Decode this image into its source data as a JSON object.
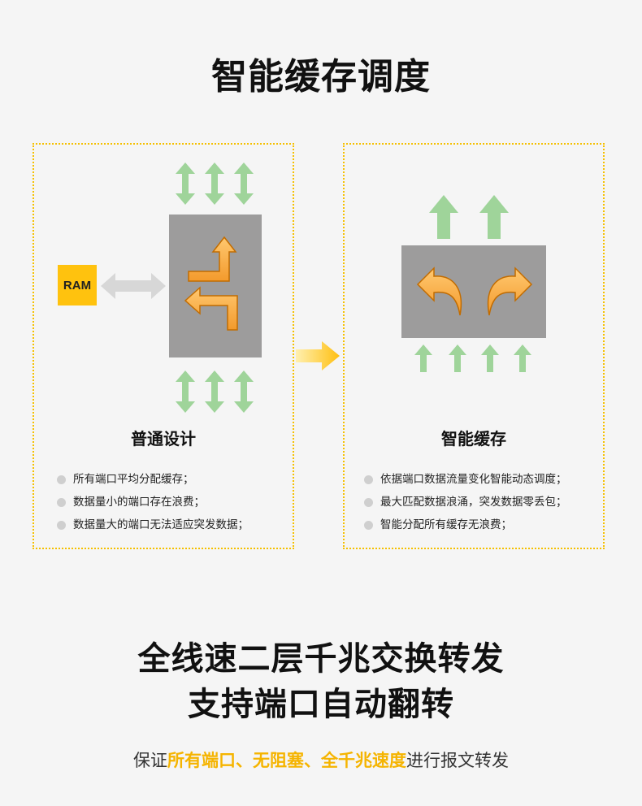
{
  "title": "智能缓存调度",
  "left_panel": {
    "ram_label": "RAM",
    "heading": "普通设计",
    "bullets": [
      "所有端口平均分配缓存；",
      "数据量小的端口存在浪费；",
      "数据量大的端口无法适应突发数据；"
    ]
  },
  "right_panel": {
    "heading": "智能缓存",
    "bullets": [
      "依据端口数据流量变化智能动态调度；",
      "最大匹配数据浪涌，突发数据零丢包；",
      "智能分配所有缓存无浪费；"
    ]
  },
  "headline": {
    "line1": "全线速二层千兆交换转发",
    "line2": "支持端口自动翻转"
  },
  "subline": {
    "prefix": "保证",
    "highlight": "所有端口、无阻塞、全千兆速度",
    "suffix": "进行报文转发"
  },
  "colors": {
    "accent": "#f5b400",
    "arrow_green": "#9fd49a",
    "arrow_orange": "#f7a640",
    "box_gray": "#9d9c9c",
    "ram_yellow": "#ffc20e"
  }
}
